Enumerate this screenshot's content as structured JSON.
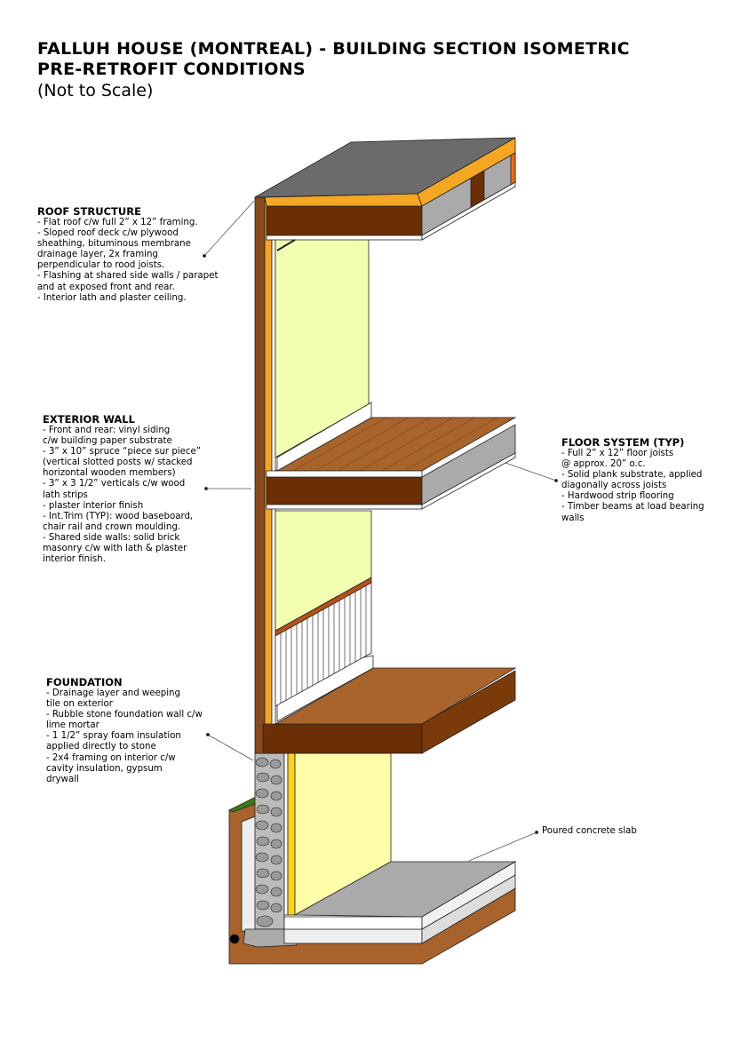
{
  "title": {
    "line1": "FALLUH HOUSE (MONTREAL) - BUILDING SECTION ISOMETRIC",
    "line2": "PRE-RETROFIT CONDITIONS",
    "subtitle": "(Not to Scale)"
  },
  "notes": {
    "roof": {
      "heading": "ROOF STRUCTURE",
      "body": "- Flat roof c/w full 2” x 12” framing.\n- Sloped roof deck c/w plywood\nsheathing, bituminous membrane\ndrainage layer, 2x framing\nperpendicular to rood joists.\n- Flashing at shared side walls / parapet\nand at exposed front and rear.\n- Interior lath and plaster ceiling."
    },
    "wall": {
      "heading": "EXTERIOR WALL",
      "body": "- Front and rear: vinyl siding\nc/w building paper substrate\n- 3” x 10” spruce “piece sur piece”\n(vertical slotted posts w/ stacked\nhorizontal wooden members)\n- 3” x 3 1/2” verticals c/w wood\nlath strips\n- plaster interior finish\n- Int.Trim (TYP): wood baseboard,\nchair rail and crown moulding.\n- Shared side walls: solid brick\nmasonry c/w with lath & plaster\ninterior finish."
    },
    "foundation": {
      "heading": "FOUNDATION",
      "body": "- Drainage layer and weeping\ntile on exterior\n- Rubble stone foundation wall c/w\nlime mortar\n- 1 1/2” spray foam insulation\napplied directly to stone\n- 2x4 framing on interior c/w\ncavity insulation, gypsum\ndrywall"
    },
    "floor": {
      "heading": "FLOOR SYSTEM (TYP)",
      "body": "- Full 2” x 12” floor joists\n@ approx. 20” o.c.\n- Solid plank substrate, applied\ndiagonally across joists\n- Hardwood strip flooring\n- Timber beams at load bearing\nwalls"
    },
    "slab": "Poured concrete slab"
  },
  "colors": {
    "roof_membrane": "#6b6b6b",
    "timber": "#6b2e05",
    "flooring": "#a8642a",
    "orange": "#f5a623",
    "plaster": "#f2ffb0",
    "basement_wall": "#ffffaa",
    "concrete": "#aaaaaa",
    "earth": "#a8622c",
    "grass": "#3d7a12"
  }
}
